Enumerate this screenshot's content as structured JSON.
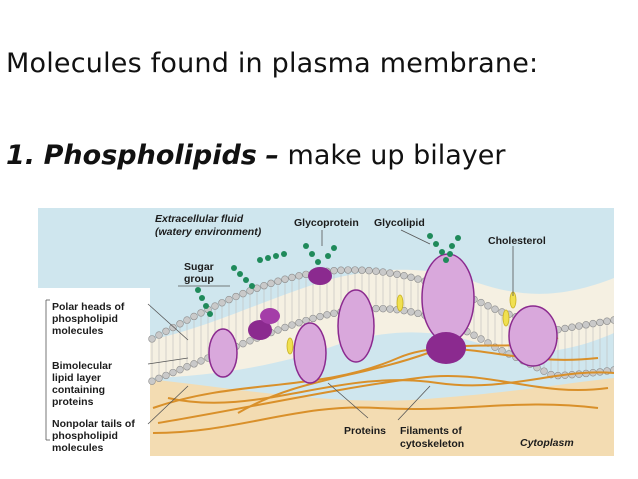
{
  "slide": {
    "title": "Molecules found in plasma membrane:",
    "point": {
      "number": "1.",
      "term": "Phospholipids",
      "dash": "–",
      "text": "make up bilayer"
    }
  },
  "figure": {
    "labels": {
      "extracellular_line1": "Extracellular fluid",
      "extracellular_line2": "(watery environment)",
      "glycoprotein": "Glycoprotein",
      "glycolipid": "Glycolipid",
      "cholesterol": "Cholesterol",
      "sugar_line1": "Sugar",
      "sugar_line2": "group",
      "polar_line1": "Polar heads of",
      "polar_line2": "phospholipid",
      "polar_line3": "molecules",
      "bimolecular_line1": "Bimolecular",
      "bimolecular_line2": "lipid layer",
      "bimolecular_line3": "containing",
      "bimolecular_line4": "proteins",
      "nonpolar_line1": "Nonpolar tails of",
      "nonpolar_line2": "phospholipid",
      "nonpolar_line3": "molecules",
      "proteins": "Proteins",
      "filaments_line1": "Filaments of",
      "filaments_line2": "cytoskeleton",
      "cytoplasm": "Cytoplasm"
    },
    "colors": {
      "extracellular": "#cfe6ee",
      "cytoplasm": "#f3dcb2",
      "heads": "#c9c9c9",
      "protein": "#8b2a8f",
      "protein_light": "#d9a8dc",
      "sugar": "#1f8a5a",
      "filament": "#d9902a",
      "cholesterol": "#f0e050"
    }
  }
}
